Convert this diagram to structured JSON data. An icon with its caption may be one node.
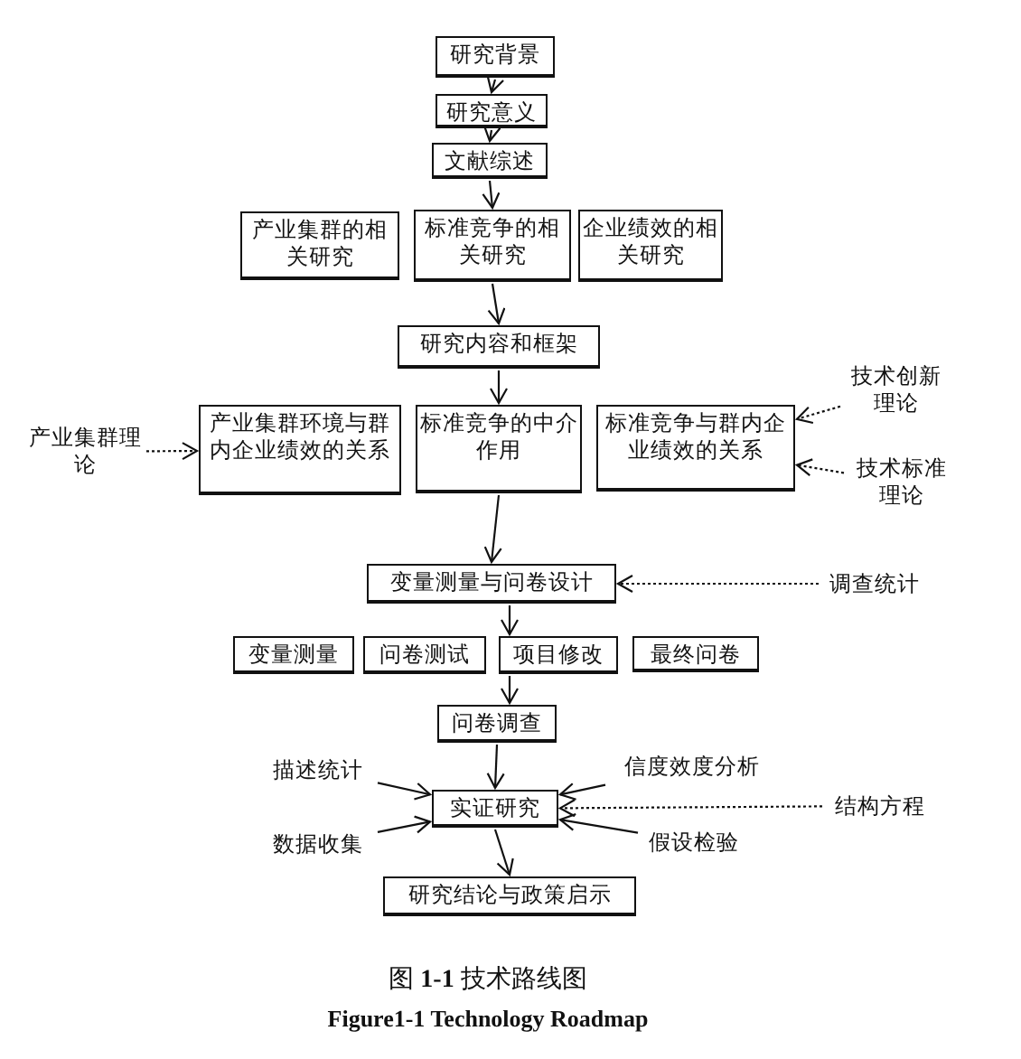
{
  "diagram": {
    "caption": "图 **1-1** 技术路线图",
    "nodes": [
      {
        "text": [
          "研究背景"
        ]
      },
      {
        "text": [
          "研究意义"
        ]
      },
      {
        "text": [
          "文献综述"
        ]
      },
      {
        "text": [
          "产业集群的相关研究"
        ]
      },
      {
        "text": [
          "标准竞争的相关研究"
        ]
      },
      {
        "text": [
          "企业绩效的相关研究"
        ]
      },
      {
        "text": [
          "研究内容和框架"
        ]
      },
      {
        "text": [
          "产业集群环境与群内企业绩效的关系"
        ]
      },
      {
        "text": [
          "标准竞争的中介作用"
        ]
      },
      {
        "text": [
          "标准竞争与群内企业绩效的关系"
        ]
      },
      {
        "text": [
          "产业集群理论"
        ]
      },
      {
        "text": [
          "技术创新理论"
        ]
      },
      {
        "text": [
          "技术标准理论"
        ]
      },
      {
        "text": [
          "变量测量与问卷设计"
        ]
      },
      {
        "text": [
          "调查统计"
        ]
      },
      {
        "text": [
          "变量测量"
        ]
      },
      {
        "text": [
          "问卷测试"
        ]
      },
      {
        "text": [
          "项目修改"
        ]
      },
      {
        "text": [
          "最终问卷"
        ]
      },
      {
        "text": [
          "问卷调查"
        ]
      },
      {
        "text": [
          "描述统计"
        ]
      },
      {
        "text": [
          "信度效度分析"
        ]
      },
      {
        "text": [
          "实证研究"
        ]
      },
      {
        "text": [
          "结构方程"
        ]
      },
      {
        "text": [
          "数据收集"
        ]
      },
      {
        "text": [
          "假设检验"
        ]
      },
      {
        "text": [
          "研究结论与政策启示"
        ]
      }
    ],
    "edges": [
      {
        "from": 0,
        "to": 1,
        "arrow": "to"
      },
      {
        "from": 1,
        "to": 2,
        "arrow": "to"
      },
      {
        "from": 2,
        "to": 4,
        "arrow": "to"
      },
      {
        "from": 4,
        "to": 6,
        "arrow": "to"
      },
      {
        "from": 6,
        "to": 8,
        "arrow": "to"
      },
      {
        "from": 10,
        "to": 7,
        "arrow": "to",
        "style": "dashed"
      },
      {
        "from": 11,
        "to": 9,
        "arrow": "to",
        "style": "dashed"
      },
      {
        "from": 12,
        "to": 9,
        "arrow": "to",
        "style": "dashed"
      },
      {
        "from": 8,
        "to": 13,
        "arrow": "to"
      },
      {
        "from": 14,
        "to": 13,
        "arrow": "to",
        "style": "dashed"
      },
      {
        "from": 13,
        "to": 17,
        "arrow": "to"
      },
      {
        "from": 17,
        "to": 19,
        "arrow": "to"
      },
      {
        "from": 19,
        "to": 22,
        "arrow": "to"
      },
      {
        "from": 20,
        "to": 22,
        "arrow": "to"
      },
      {
        "from": 21,
        "to": 22,
        "arrow": "to"
      },
      {
        "from": 23,
        "to": 22,
        "arrow": "to",
        "style": "dashed"
      },
      {
        "from": 24,
        "to": 22,
        "arrow": "to"
      },
      {
        "from": 25,
        "to": 22,
        "arrow": "to"
      },
      {
        "from": 22,
        "to": 26,
        "arrow": "to"
      }
    ],
    "labels": [
      "Figure1-1 Technology Roadmap"
    ]
  }
}
